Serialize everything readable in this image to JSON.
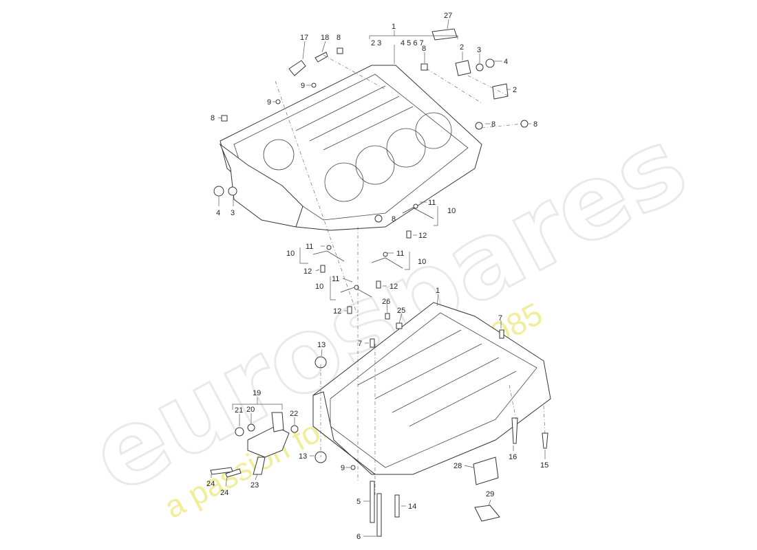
{
  "watermark": {
    "brand": "eurospares",
    "tagline": "a passion for parts since 1985"
  },
  "callouts": [
    {
      "id": "c1a",
      "text": "1"
    },
    {
      "id": "c1b",
      "text": "2 3"
    },
    {
      "id": "c1c",
      "text": "4 5 6 7"
    },
    {
      "id": "c27",
      "text": "27"
    },
    {
      "id": "c17",
      "text": "17"
    },
    {
      "id": "c18",
      "text": "18"
    },
    {
      "id": "c8a",
      "text": "8"
    },
    {
      "id": "c8b",
      "text": "8"
    },
    {
      "id": "c2a",
      "text": "2"
    },
    {
      "id": "c3a",
      "text": "3"
    },
    {
      "id": "c4a",
      "text": "4"
    },
    {
      "id": "c2b",
      "text": "2"
    },
    {
      "id": "c9a",
      "text": "9"
    },
    {
      "id": "c9b",
      "text": "9"
    },
    {
      "id": "c8c",
      "text": "8"
    },
    {
      "id": "c8d",
      "text": "8"
    },
    {
      "id": "c8e",
      "text": "8"
    },
    {
      "id": "c4b",
      "text": "4"
    },
    {
      "id": "c3b",
      "text": "3"
    },
    {
      "id": "c11a",
      "text": "11"
    },
    {
      "id": "c10a",
      "text": "10"
    },
    {
      "id": "c8f",
      "text": "8"
    },
    {
      "id": "c12a",
      "text": "12"
    },
    {
      "id": "c11b",
      "text": "11"
    },
    {
      "id": "c10b",
      "text": "10"
    },
    {
      "id": "c12b",
      "text": "12"
    },
    {
      "id": "c11c",
      "text": "11"
    },
    {
      "id": "c10c",
      "text": "10"
    },
    {
      "id": "c11d",
      "text": "11"
    },
    {
      "id": "c10d",
      "text": "10"
    },
    {
      "id": "c12c",
      "text": "12"
    },
    {
      "id": "c12d",
      "text": "12"
    },
    {
      "id": "c1d",
      "text": "1"
    },
    {
      "id": "c26",
      "text": "26"
    },
    {
      "id": "c25",
      "text": "25"
    },
    {
      "id": "c7a",
      "text": "7"
    },
    {
      "id": "c7b",
      "text": "7"
    },
    {
      "id": "c13a",
      "text": "13"
    },
    {
      "id": "c19",
      "text": "19"
    },
    {
      "id": "c21",
      "text": "21"
    },
    {
      "id": "c20",
      "text": "20"
    },
    {
      "id": "c22",
      "text": "22"
    },
    {
      "id": "c13b",
      "text": "13"
    },
    {
      "id": "c9c",
      "text": "9"
    },
    {
      "id": "c16",
      "text": "16"
    },
    {
      "id": "c15",
      "text": "15"
    },
    {
      "id": "c28",
      "text": "28"
    },
    {
      "id": "c24a",
      "text": "24"
    },
    {
      "id": "c24b",
      "text": "24"
    },
    {
      "id": "c23",
      "text": "23"
    },
    {
      "id": "c5",
      "text": "5"
    },
    {
      "id": "c14",
      "text": "14"
    },
    {
      "id": "c6",
      "text": "6"
    },
    {
      "id": "c29",
      "text": "29"
    }
  ]
}
